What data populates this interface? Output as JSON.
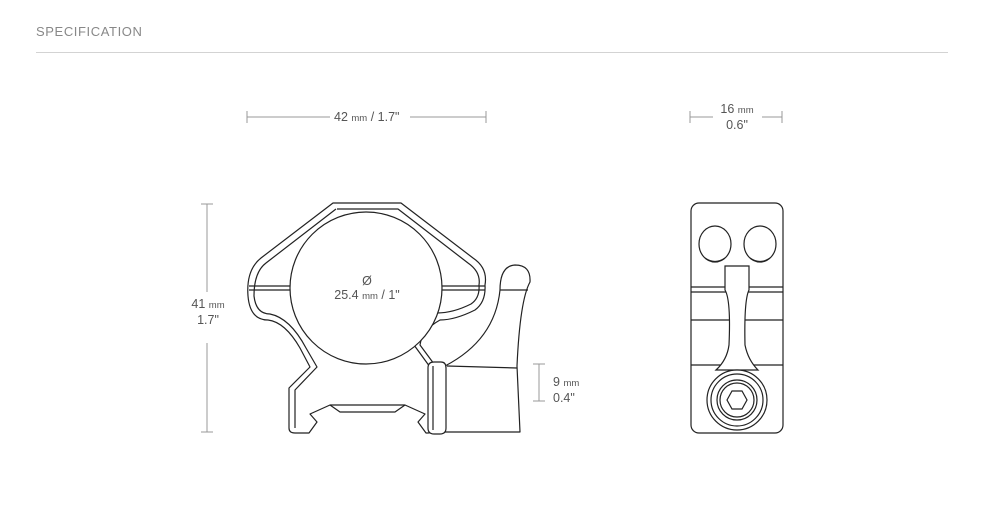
{
  "header": {
    "title": "SPECIFICATION"
  },
  "front_view": {
    "width_dimension": {
      "value": "42",
      "unit": "mm",
      "separator": "/",
      "imperial": "1.7\""
    },
    "height_dimension": {
      "value": "41",
      "unit": "mm",
      "imperial": "1.7\""
    },
    "bore_dimension": {
      "symbol": "Ø",
      "value": "25.4",
      "unit": "mm",
      "separator": "/",
      "imperial": "1\""
    },
    "lever_dimension": {
      "value": "9",
      "unit": "mm",
      "imperial": "0.4\""
    }
  },
  "side_view": {
    "width_dimension": {
      "value": "16",
      "unit": "mm",
      "imperial": "0.6\""
    }
  },
  "colors": {
    "line": "#222222",
    "dimension_line": "#999999",
    "text": "#555555",
    "divider": "#d3d3d3"
  }
}
